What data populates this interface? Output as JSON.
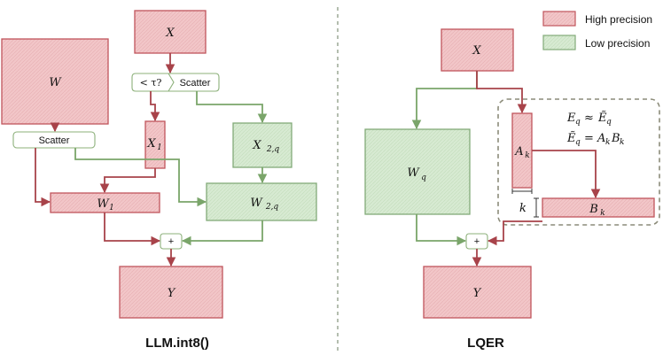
{
  "colors": {
    "high_fill": "#f2c6c8",
    "high_stroke": "#c0555c",
    "high_arrow": "#a8434a",
    "low_fill": "#d7ead2",
    "low_stroke": "#82aa78",
    "low_arrow": "#7aa56a",
    "scatter_stroke": "#8cb07a",
    "dashed": "#8c8c7a"
  },
  "legend": {
    "high_precision": "High precision",
    "low_precision": "Low precision"
  },
  "llm_int8": {
    "caption": "LLM.int8()",
    "x": "X",
    "w": "W",
    "threshold_left": "< τ?",
    "scatter_top": "Scatter",
    "scatter_left": "Scatter",
    "x1": "X",
    "x1_sub": "1",
    "x2q": "X",
    "x2q_sub": "2,q",
    "w1": "W",
    "w1_sub": "1",
    "w2q": "W",
    "w2q_sub": "2,q",
    "plus": "+",
    "y": "Y"
  },
  "lqer": {
    "caption": "LQER",
    "x": "X",
    "wq": "W",
    "wq_sub": "q",
    "ak": "A",
    "ak_sub": "k",
    "bk": "B",
    "bk_sub": "k",
    "k_dim": "k",
    "eq1": "E",
    "eq1_sub": "q",
    "eq1_rel": "≈",
    "eq1_rhs": "Ẽ",
    "eq1_rhs_sub": "q",
    "eq2_lhs": "Ẽ",
    "eq2_lhs_sub": "q",
    "eq2_rel": "=",
    "eq2_a": "A",
    "eq2_a_sub": "k",
    "eq2_b": "B",
    "eq2_b_sub": "k",
    "plus": "+",
    "y": "Y"
  }
}
